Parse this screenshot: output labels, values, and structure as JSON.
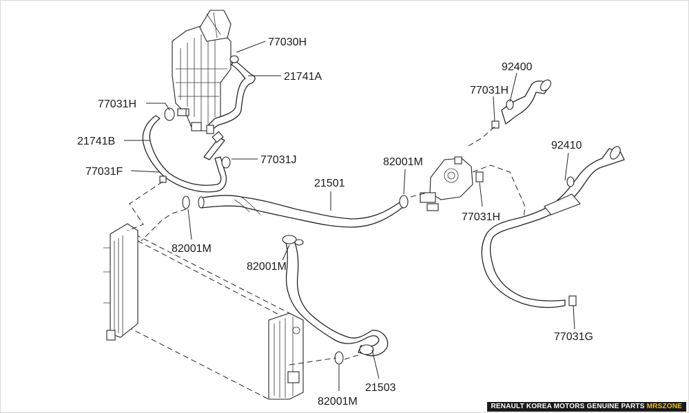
{
  "labels": {
    "p77030H": "77030H",
    "p21741A": "21741A",
    "p77031H_top": "77031H",
    "p21741B": "21741B",
    "p77031F": "77031F",
    "p77031J": "77031J",
    "p21501": "21501",
    "p82001M_top": "82001M",
    "p92400": "92400",
    "p77031H_right": "77031H",
    "p92410": "92410",
    "p77031H_mid": "77031H",
    "p82001M_left": "82001M",
    "p82001M_mid": "82001M",
    "p82001M_bottom": "82001M",
    "p21503": "21503",
    "p77031G": "77031G"
  },
  "watermark": {
    "text": "RENAULT KOREA MOTORS GENUINE PARTS ",
    "accent": "MRSZONE"
  }
}
